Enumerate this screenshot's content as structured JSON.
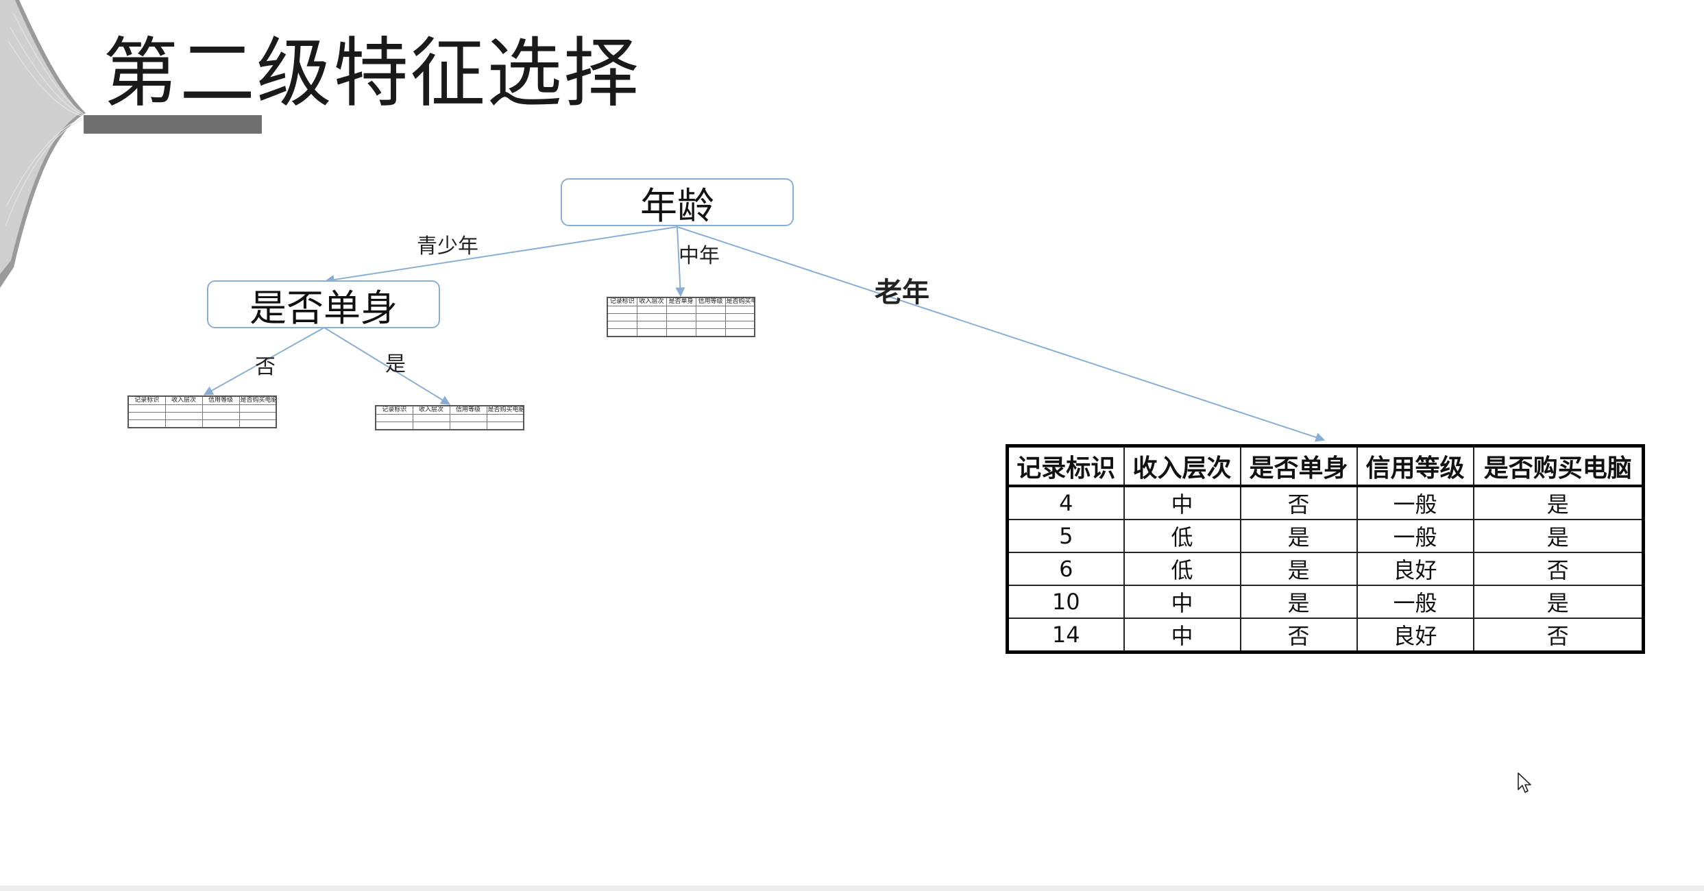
{
  "slide": {
    "title": "第二级特征选择"
  },
  "tree": {
    "root": "年龄",
    "child_node": "是否单身",
    "edges": {
      "youth": "青少年",
      "middle": "中年",
      "old": "老年",
      "no": "否",
      "yes": "是"
    }
  },
  "thumb_headers": [
    "记录标识",
    "收入层次",
    "是否单身",
    "信用等级",
    "是否购买电脑"
  ],
  "thumb_headers_short": [
    "记录标识",
    "收入层次",
    "信用等级",
    "是否购买电脑"
  ],
  "old_table": {
    "headers": [
      "记录标识",
      "收入层次",
      "是否单身",
      "信用等级",
      "是否购买电脑"
    ],
    "rows": [
      [
        "4",
        "中",
        "否",
        "一般",
        "是"
      ],
      [
        "5",
        "低",
        "是",
        "一般",
        "是"
      ],
      [
        "6",
        "低",
        "是",
        "良好",
        "否"
      ],
      [
        "10",
        "中",
        "是",
        "一般",
        "是"
      ],
      [
        "14",
        "中",
        "否",
        "良好",
        "否"
      ]
    ]
  },
  "colors": {
    "node_border": "#8aaed3",
    "edge_line": "#8aaed3",
    "title_bar": "#6f6f6f"
  },
  "icons": {
    "cursor": "mouse-pointer-icon"
  }
}
